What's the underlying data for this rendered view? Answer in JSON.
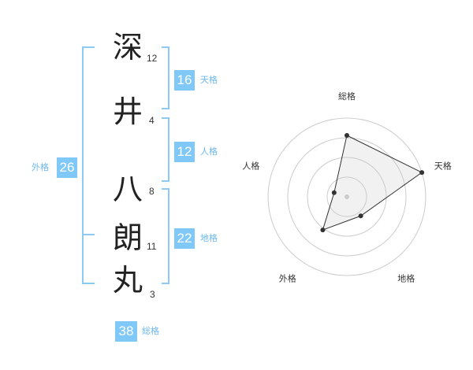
{
  "characters": [
    {
      "char": "深",
      "strokes": "12"
    },
    {
      "char": "井",
      "strokes": "4"
    },
    {
      "char": "八",
      "strokes": "8"
    },
    {
      "char": "朗",
      "strokes": "11"
    },
    {
      "char": "丸",
      "strokes": "3"
    }
  ],
  "kakusu": {
    "tenkaku": {
      "value": "16",
      "label": "天格"
    },
    "jinkaku": {
      "value": "12",
      "label": "人格"
    },
    "chikaku": {
      "value": "22",
      "label": "地格"
    },
    "gaikaku": {
      "value": "26",
      "label": "外格"
    },
    "soukaku": {
      "value": "38",
      "label": "総格"
    }
  },
  "colors": {
    "accent": "#7fc8f8",
    "bracket": "#8ccaf4",
    "label": "#6bb8ee",
    "text": "#222222"
  },
  "chart_data": {
    "type": "radar",
    "axes": [
      "総格",
      "天格",
      "地格",
      "外格",
      "人格"
    ],
    "values": [
      0.78,
      1.0,
      0.3,
      0.52,
      0.17
    ],
    "rings": 4
  }
}
